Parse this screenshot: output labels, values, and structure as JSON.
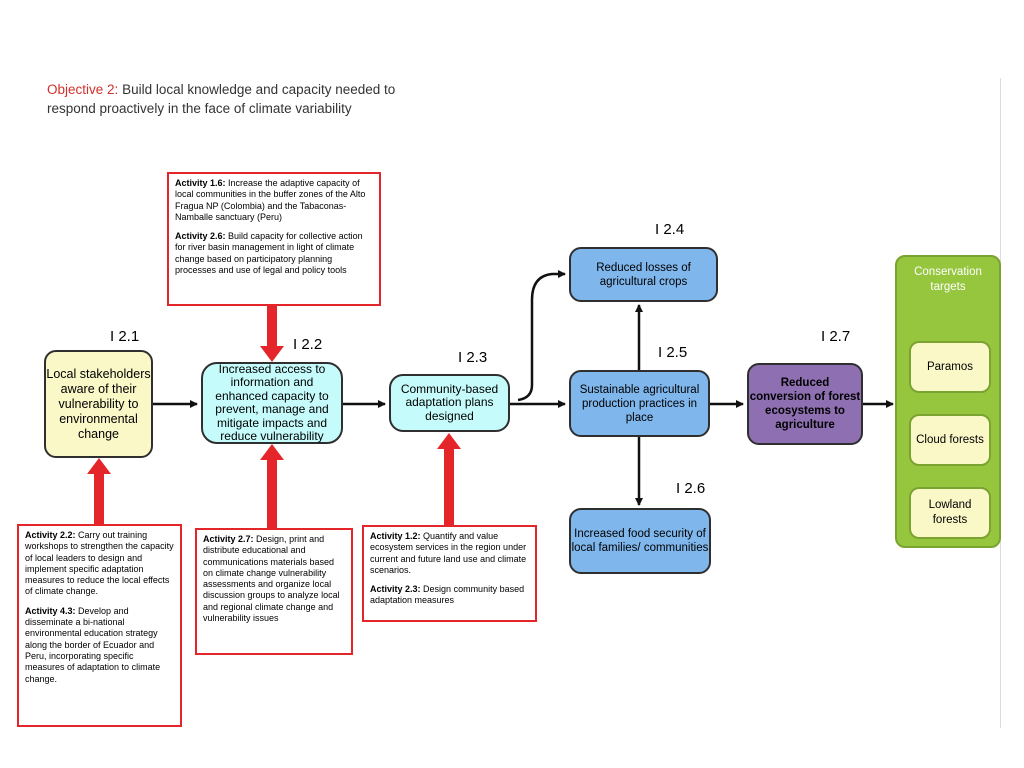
{
  "title": {
    "prefix": "Objective 2:",
    "text": "Build local knowledge and capacity needed to respond proactively in the face of climate variability"
  },
  "nodes": {
    "local_stakeholders": "Local stakeholders aware of their vulnerability to environmental change",
    "increased_access": "Increased access to information and enhanced capacity to prevent, manage and mitigate impacts and reduce vulnerability",
    "community_plans": "Community-based adaptation plans designed",
    "sustainable_ag": "Sustainable agricultural production practices in place",
    "reduced_losses": "Reduced losses of agricultural crops",
    "food_security": "Increased food security of local families/ communities",
    "reduced_conversion": "Reduced conversion of forest ecosystems to agriculture"
  },
  "indicators": {
    "i21": "I 2.1",
    "i22": "I 2.2",
    "i23": "I 2.3",
    "i24": "I 2.4",
    "i25": "I 2.5",
    "i26": "I 2.6",
    "i27": "I 2.7"
  },
  "activities": {
    "top": [
      {
        "label": "Activity 1.6:",
        "text": "Increase the adaptive capacity of local communities in the buffer zones of the Alto Fragua NP (Colombia) and the Tabaconas-Namballe sanctuary (Peru)"
      },
      {
        "label": "Activity 2.6:",
        "text": "Build capacity for collective action for river basin management in light of climate change based on participatory planning processes and use of legal and policy tools"
      }
    ],
    "bottom_left": [
      {
        "label": "Activity 2.2:",
        "text": "Carry out training workshops to strengthen the capacity of local leaders to design and implement specific adaptation measures to reduce the local effects of climate change."
      },
      {
        "label": "Activity 4.3:",
        "text": "Develop and disseminate a bi-national environmental education strategy along the border of Ecuador and Peru, incorporating specific measures of adaptation to climate change."
      }
    ],
    "bottom_mid": [
      {
        "label": "Activity 2.7:",
        "text": "Design, print and distribute educational and communications materials based on climate change vulnerability assessments  and organize local discussion groups to analyze local and regional climate change and vulnerability issues"
      }
    ],
    "bottom_right": [
      {
        "label": "Activity 1.2:",
        "text": "Quantify and value ecosystem services in the region under current and future land use and climate scenarios."
      },
      {
        "label": "Activity 2.3:",
        "text": "Design community based adaptation measures"
      }
    ]
  },
  "conservation": {
    "title": "Conservation targets",
    "items": [
      "Paramos",
      "Cloud forests",
      "Lowland forests"
    ]
  },
  "colors": {
    "activity_border": "#e4262a",
    "red_arrow": "#e4262a",
    "yellow_node": "#fbf8c8",
    "cyan_node": "#c6fbfb",
    "blue_node": "#7fb6ec",
    "purple_node": "#8e6fb1",
    "conservation_green": "#96c63e"
  }
}
